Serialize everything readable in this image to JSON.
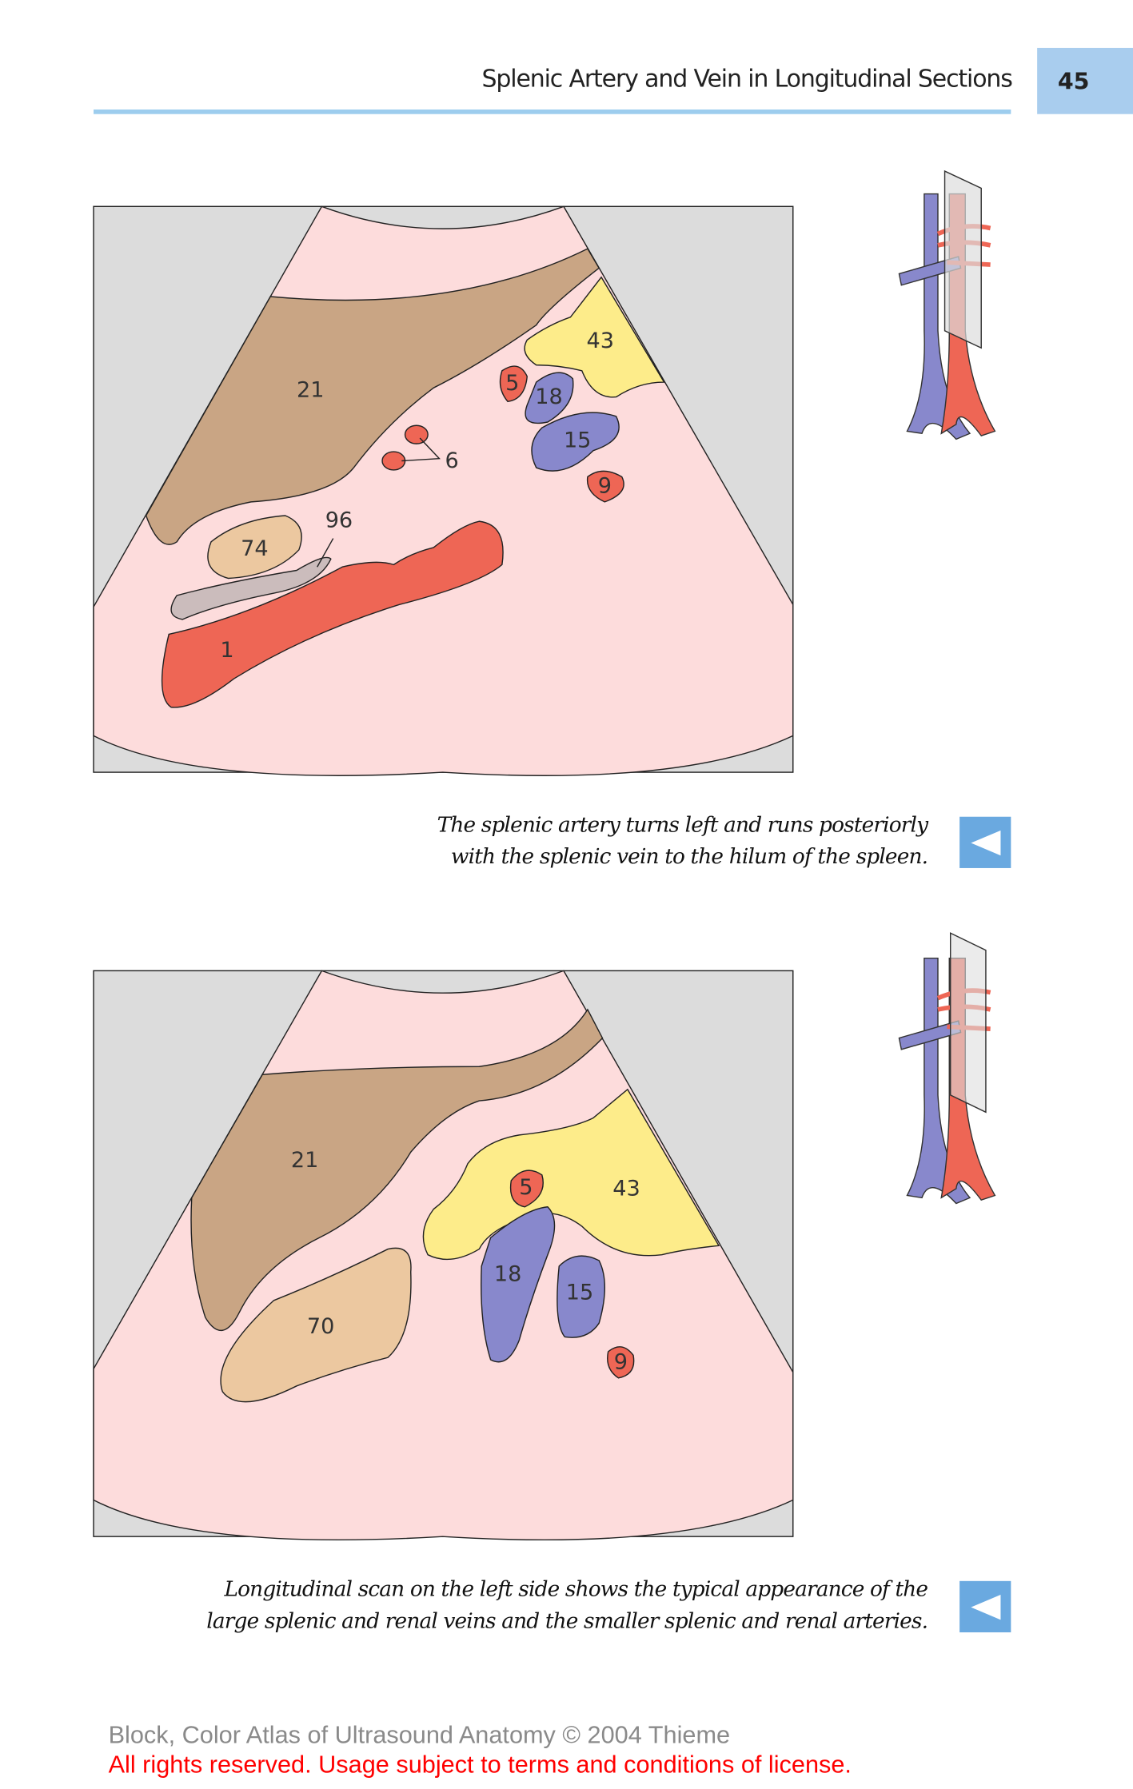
{
  "header": {
    "title": "Splenic Artery and Vein in Longitudinal Sections",
    "page_number": "45"
  },
  "figures": [
    {
      "labels": {
        "l21": "21",
        "l43": "43",
        "l5": "5",
        "l18": "18",
        "l15": "15",
        "l6": "6",
        "l9": "9",
        "l96": "96",
        "l74": "74",
        "l1": "1"
      },
      "caption": [
        "The splenic artery turns left and runs posteriorly",
        "with the splenic vein to the hilum of the spleen."
      ]
    },
    {
      "labels": {
        "l21": "21",
        "l43": "43",
        "l5": "5",
        "l18": "18",
        "l15": "15",
        "l9": "9",
        "l70": "70"
      },
      "caption": [
        "Longitudinal scan on the left side shows the typical appearance of the",
        "large splenic and renal veins and the smaller splenic and renal arteries."
      ]
    }
  ],
  "colors": {
    "tissue": "#fddcdc",
    "liver": "#c9a584",
    "artery": "#ee6655",
    "vein": "#8888cc",
    "pancreas": "#fdec8a",
    "kidney": "#ecc8a0"
  },
  "footer": {
    "copyright": "Block, Color Atlas of Ultrasound Anatomy © 2004 Thieme",
    "license": "All rights reserved. Usage subject to terms and conditions of license."
  }
}
